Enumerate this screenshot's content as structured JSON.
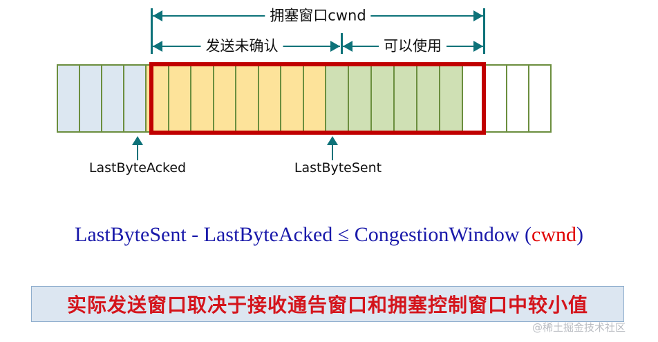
{
  "diagram": {
    "title_arrow": {
      "label": "拥塞窗口cwnd"
    },
    "sub_arrows": [
      {
        "label": "发送未确认"
      },
      {
        "label": "可以使用"
      }
    ],
    "pointers": [
      {
        "label": "LastByteAcked"
      },
      {
        "label": "LastByteSent"
      }
    ],
    "stream": {
      "segments": [
        {
          "name": "acked",
          "color": "#dce7f1",
          "count": 4
        },
        {
          "name": "sent-unacked",
          "color": "#fde39a",
          "count": 8
        },
        {
          "name": "usable",
          "color": "#cfe0b4",
          "count": 6
        },
        {
          "name": "not-sendable",
          "color": "#ffffff",
          "count": 4
        }
      ],
      "cell_border_color": "#6b8e3e",
      "highlight_border_color": "#c00000"
    }
  },
  "formula": {
    "text_main": "LastByteSent - LastByteAcked ≤ CongestionWindow (",
    "text_highlight": "cwnd",
    "text_tail": ")",
    "color": "#1a1aaa",
    "highlight_color": "#e00000"
  },
  "banner": {
    "text": "实际发送窗口取决于接收通告窗口和拥塞控制窗口中较小值",
    "text_color": "#d4141b",
    "background": "#dce6f1",
    "border_color": "#8faecd"
  },
  "watermark": {
    "text": "@稀土掘金技术社区"
  }
}
